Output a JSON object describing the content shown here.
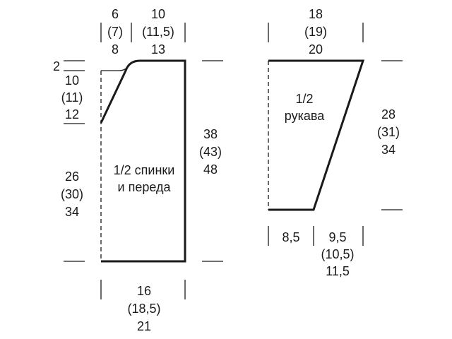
{
  "body_panel": {
    "label_line1": "1/2 спинки",
    "label_line2": "и переда",
    "neck_width": [
      "6",
      "(7)",
      "8"
    ],
    "shoulder_width": [
      "10",
      "(11,5)",
      "13"
    ],
    "neck_drop": "2",
    "neck_depth": [
      "10",
      "(11)",
      "12"
    ],
    "lower_side": [
      "26",
      "(30)",
      "34"
    ],
    "total_height": [
      "38",
      "(43)",
      "48"
    ],
    "bottom_width": [
      "16",
      "(18,5)",
      "21"
    ]
  },
  "sleeve_panel": {
    "label_line1": "1/2",
    "label_line2": "рукава",
    "top_width": [
      "18",
      "(19)",
      "20"
    ],
    "height": [
      "28",
      "(31)",
      "34"
    ],
    "cuff_left": "8,5",
    "cuff_right": [
      "9,5",
      "(10,5)",
      "11,5"
    ]
  }
}
